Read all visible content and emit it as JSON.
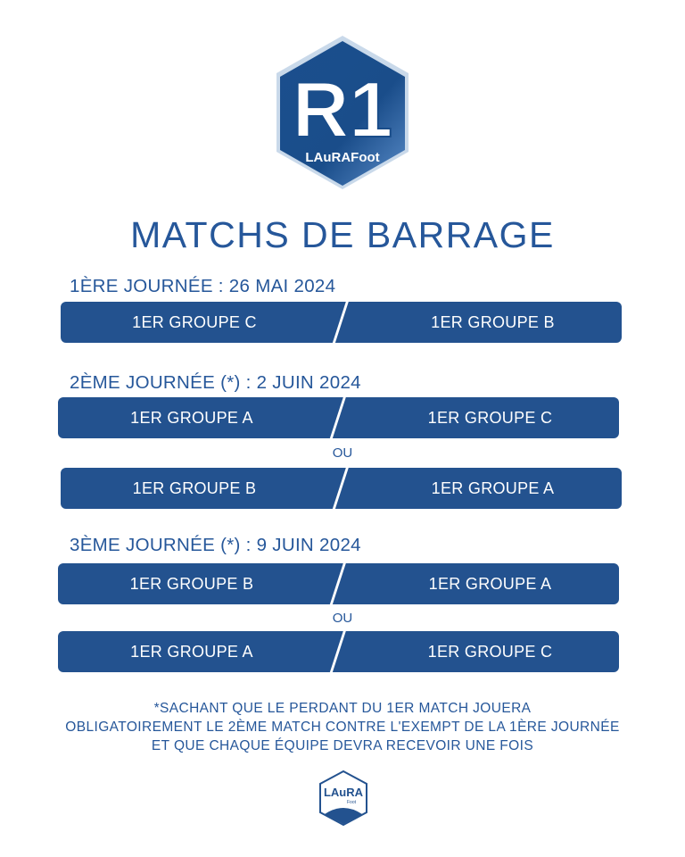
{
  "logo": {
    "text_main": "R1",
    "text_sub": "LAuRAFoot"
  },
  "title": "MATCHS DE BARRAGE",
  "sections": [
    {
      "heading": "1ÈRE JOURNÉE : 26 MAI 2024",
      "matches": [
        {
          "home": "1ER GROUPE C",
          "away": "1ER GROUPE B"
        }
      ]
    },
    {
      "heading": "2ÈME JOURNÉE (*) : 2 JUIN 2024",
      "matches": [
        {
          "home": "1ER GROUPE A",
          "away": "1ER GROUPE C"
        },
        {
          "home": "1ER GROUPE B",
          "away": "1ER GROUPE A"
        }
      ],
      "separator": "OU"
    },
    {
      "heading": "3ÈME JOURNÉE (*) : 9 JUIN 2024",
      "matches": [
        {
          "home": "1ER GROUPE B",
          "away": "1ER GROUPE A"
        },
        {
          "home": "1ER GROUPE A",
          "away": "1ER GROUPE C"
        }
      ],
      "separator": "OU"
    }
  ],
  "note": [
    "*SACHANT QUE LE PERDANT DU 1ER MATCH JOUERA",
    "OBLIGATOIREMENT LE 2ÈME MATCH CONTRE L'EXEMPT DE LA 1ÈRE JOURNÉE",
    "ET QUE CHAQUE ÉQUIPE DEVRA RECEVOIR UNE FOIS"
  ],
  "footer_logo": {
    "text": "LAuRA Foot"
  },
  "colors": {
    "primary": "#23528f",
    "text": "#26579a"
  }
}
